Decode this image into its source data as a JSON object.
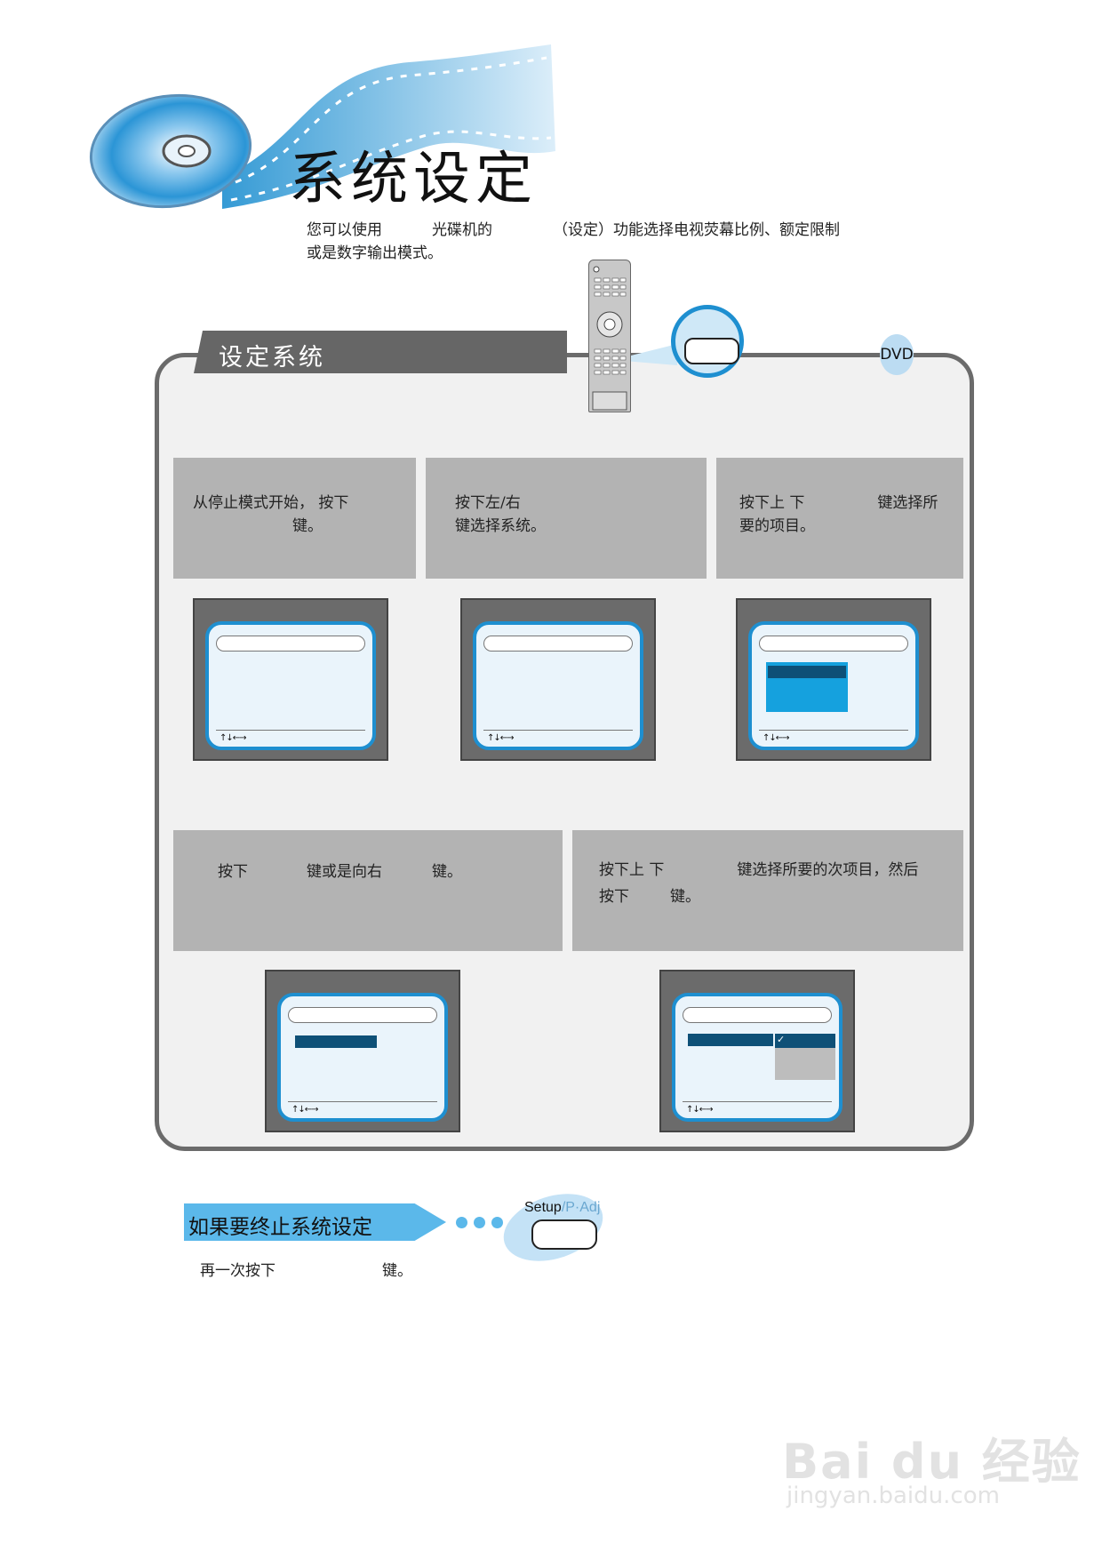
{
  "header": {
    "title": "系统设定",
    "intro_part1": "您可以使用",
    "intro_part2": "光碟机的",
    "intro_part3": "（设定）功能选择电视荧幕比例、额定限制",
    "intro_line2": "或是数字输出模式。"
  },
  "section": {
    "title": "设定系统",
    "badge": "DVD"
  },
  "steps": {
    "s1_a": "从停止模式开始， 按下",
    "s1_b": "键。",
    "s2_a": "按下左/右",
    "s2_b": "键选择系统。",
    "s3_a": "按下上 下",
    "s3_b": "键选择所",
    "s3_c": "要的项目。",
    "s4_a": "按下",
    "s4_b": "键或是向右",
    "s4_c": "键。",
    "s5_a": "按下上 下",
    "s5_b": "键选择所要的次项目，然后",
    "s5_c": "按下",
    "s5_d": "键。"
  },
  "screens": {
    "nav_hint": "↑↓←→"
  },
  "footer": {
    "banner": "如果要终止系统设定",
    "setup_label": "Setup",
    "setup_label2": "/P·Adj",
    "note_a": "再一次按下",
    "note_b": "键。"
  },
  "watermark": {
    "brand": "Bai du 经验",
    "url": "jingyan.baidu.com"
  }
}
